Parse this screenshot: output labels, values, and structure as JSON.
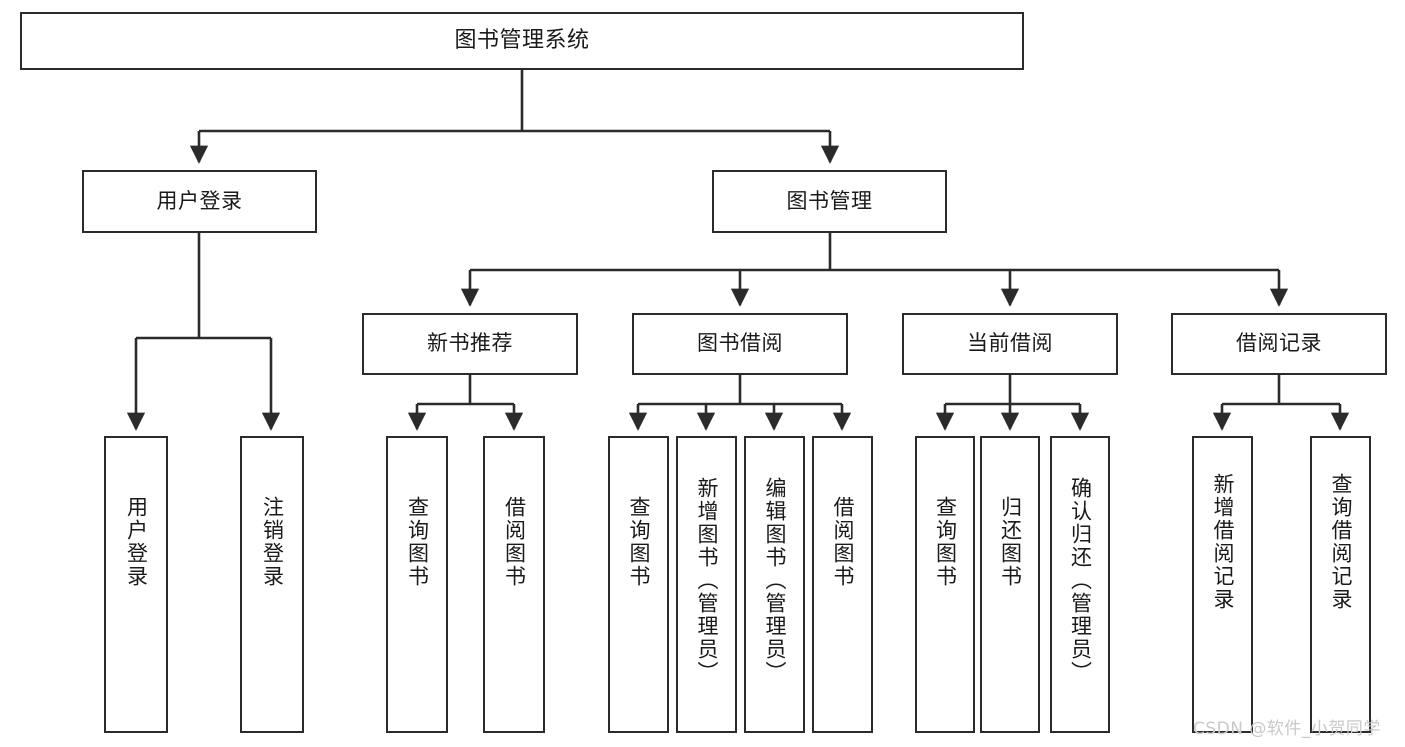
{
  "diagram": {
    "title": "图书管理系统",
    "type": "hierarchy-tree",
    "watermark": "CSDN @软件_小贺同学",
    "colors": {
      "background": "#ffffff",
      "box_border": "#2b2b2b",
      "box_fill": "#ffffff",
      "text": "#1a1a1a",
      "edge": "#2b2b2b",
      "watermark": "#c9c9c9"
    },
    "levels": {
      "root": {
        "label": "图书管理系统"
      },
      "level2": [
        {
          "label": "用户登录"
        },
        {
          "label": "图书管理"
        }
      ],
      "level3": [
        {
          "label": "新书推荐"
        },
        {
          "label": "图书借阅"
        },
        {
          "label": "当前借阅"
        },
        {
          "label": "借阅记录"
        }
      ],
      "leaves": {
        "user_login": [
          {
            "label": "用户登录"
          },
          {
            "label": "注销登录"
          }
        ],
        "new_book_recommend": [
          {
            "label": "查询图书"
          },
          {
            "label": "借阅图书"
          }
        ],
        "book_borrow": [
          {
            "label": "查询图书"
          },
          {
            "label": "新增图书（管理员）"
          },
          {
            "label": "编辑图书（管理员）"
          },
          {
            "label": "借阅图书"
          }
        ],
        "current_borrow": [
          {
            "label": "查询图书"
          },
          {
            "label": "归还图书"
          },
          {
            "label": "确认归还（管理员）"
          }
        ],
        "borrow_record": [
          {
            "label": "新增借阅记录"
          },
          {
            "label": "查询借阅记录"
          }
        ]
      }
    }
  }
}
